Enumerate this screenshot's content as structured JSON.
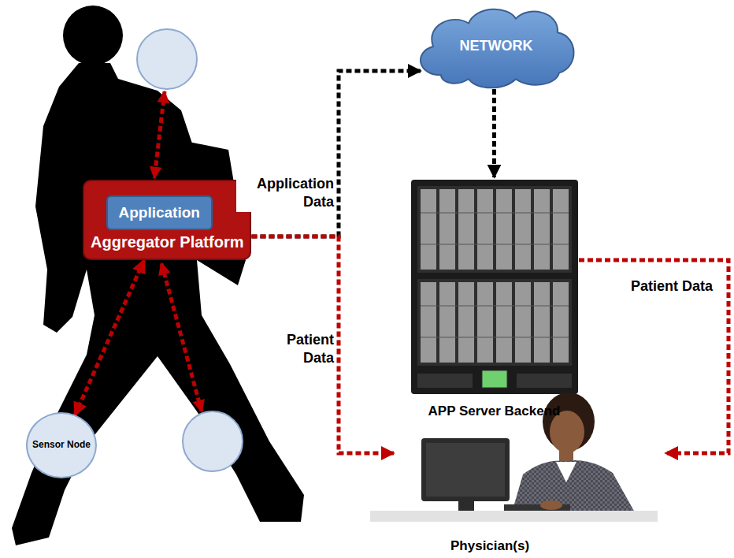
{
  "diagram": {
    "nodes": [
      {
        "text": [
          "Aggregator Platform"
        ]
      },
      {
        "text": [
          "Application"
        ],
        "in": 0
      },
      {
        "text": [
          "NETWORK"
        ]
      },
      {
        "text": [
          "APP Server Backend"
        ]
      },
      {
        "text": [
          "Sensor Node"
        ]
      },
      {
        "text": [
          "Physician(s)"
        ]
      }
    ],
    "edges": [
      {
        "from": 0,
        "to": 2,
        "arrow": "to",
        "label": "Application Data"
      },
      {
        "from": 2,
        "to": 3,
        "arrow": "to"
      },
      {
        "from": 0,
        "to": 5,
        "arrow": "to",
        "label": "Patient Data"
      },
      {
        "from": 3,
        "to": 5,
        "arrow": "to",
        "label": "Patient Data"
      },
      {
        "from": 0,
        "to": 4,
        "arrow": "both"
      }
    ]
  }
}
